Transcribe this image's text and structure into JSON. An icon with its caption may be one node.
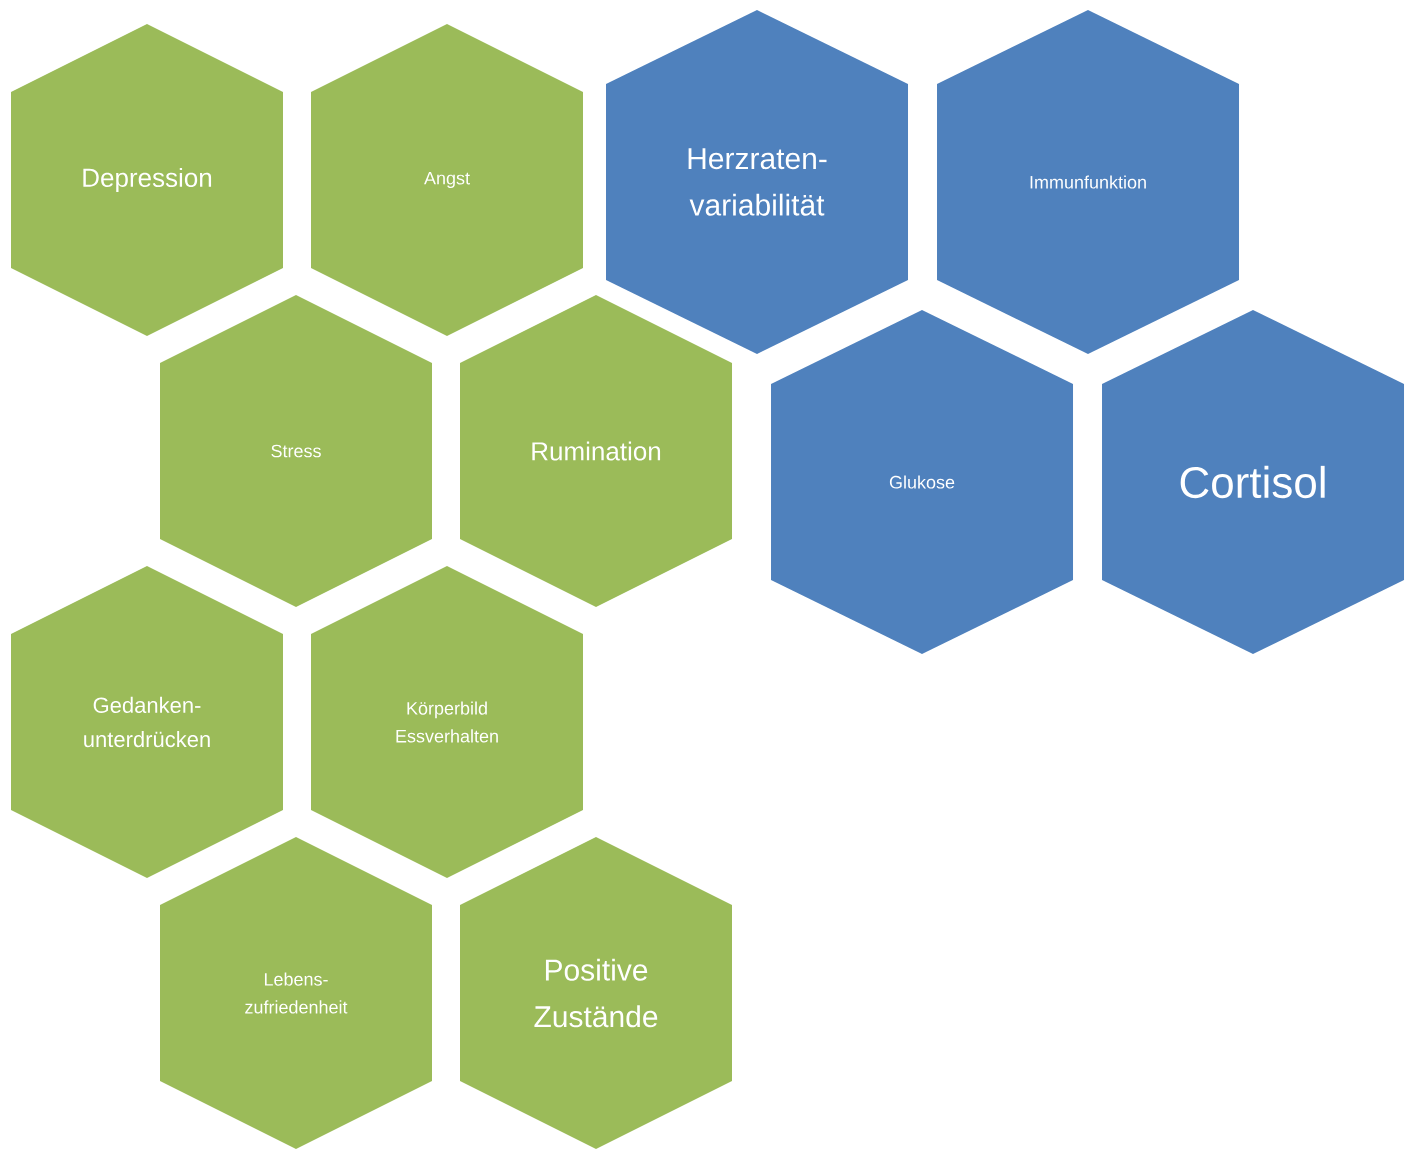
{
  "diagram": {
    "nodes": [
      {
        "text": [
          "Depression"
        ]
      },
      {
        "text": [
          "Angst"
        ]
      },
      {
        "text": [
          "Herzraten- variabilität"
        ]
      },
      {
        "text": [
          "Immunfunktion"
        ]
      },
      {
        "text": [
          "Stress"
        ]
      },
      {
        "text": [
          "Rumination"
        ]
      },
      {
        "text": [
          "Glukose"
        ]
      },
      {
        "text": [
          "Cortisol"
        ]
      },
      {
        "text": [
          "Gedanken- unterdrücken"
        ]
      },
      {
        "text": [
          "Körperbild",
          "Essverhalten"
        ]
      },
      {
        "text": [
          "Lebens- zufriedenheit"
        ]
      },
      {
        "text": [
          "Positive Zustände"
        ]
      }
    ]
  }
}
